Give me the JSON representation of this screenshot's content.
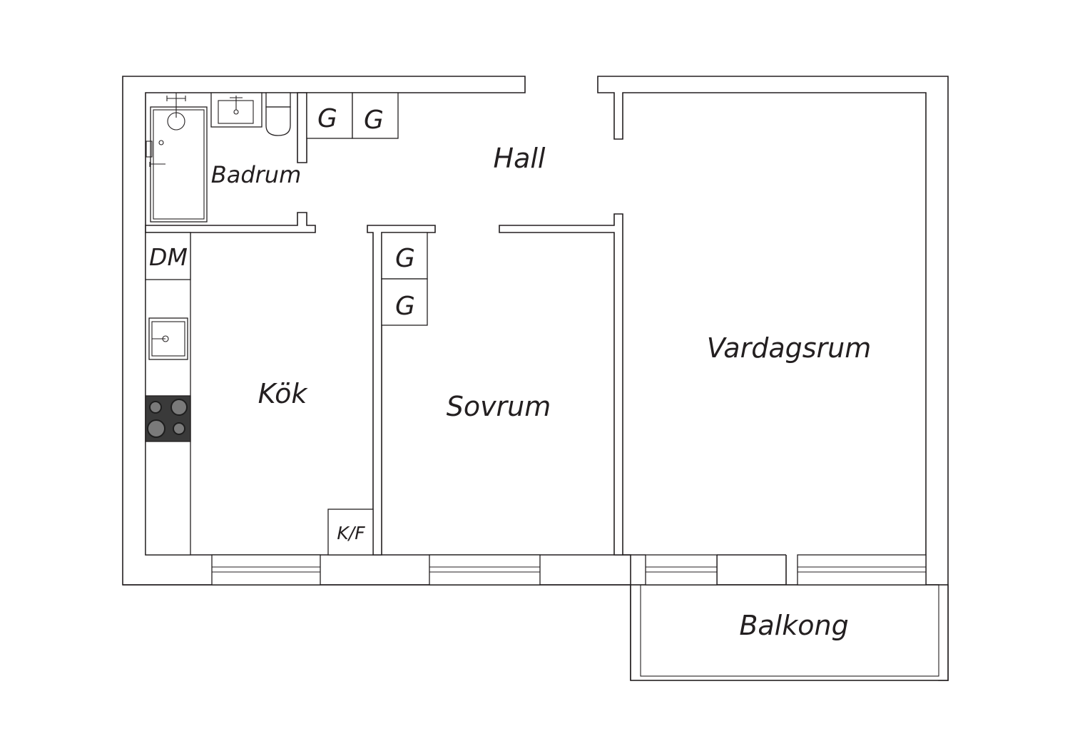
{
  "rooms": {
    "hall": "Hall",
    "badrum": "Badrum",
    "kok": "Kök",
    "sovrum": "Sovrum",
    "vardagsrum": "Vardagsrum",
    "balkong": "Balkong"
  },
  "fixtures": {
    "wardrobe": "G",
    "dishwasher": "DM",
    "fridge_freezer": "K/F"
  },
  "colors": {
    "line": "#231f20",
    "stove": "#3a3a3a",
    "background": "#ffffff"
  },
  "icons": [
    "shower-icon",
    "sink-icon",
    "toilet-icon",
    "kitchen-sink-icon",
    "stove-icon",
    "window-icon"
  ]
}
